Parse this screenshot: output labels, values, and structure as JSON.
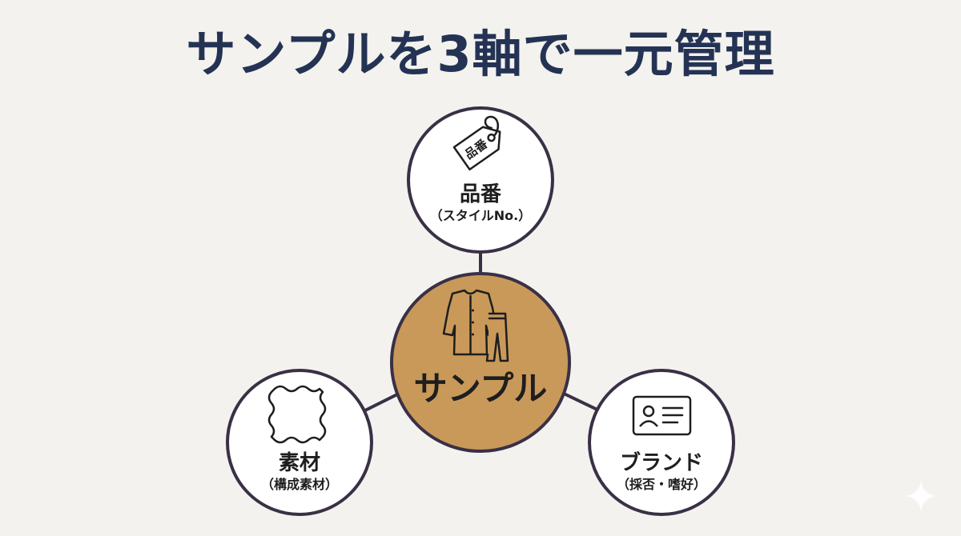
{
  "title": "サンプルを3軸で一元管理",
  "center": {
    "label": "サンプル",
    "fill_color": "#c9995a",
    "icon": "clothing-icon"
  },
  "nodes": [
    {
      "id": "style-number",
      "label": "品番",
      "sub": "（スタイルNo.）",
      "icon": "tag-icon",
      "tag_text": "品番"
    },
    {
      "id": "material",
      "label": "素材",
      "sub": "（構成素材）",
      "icon": "fabric-swatch-icon"
    },
    {
      "id": "brand",
      "label": "ブランド",
      "sub": "（採否・嗜好）",
      "icon": "id-card-icon"
    }
  ],
  "colors": {
    "title": "#243354",
    "outline": "#3a3046",
    "background": "#f3f2ee",
    "node_fill": "#ffffff"
  }
}
